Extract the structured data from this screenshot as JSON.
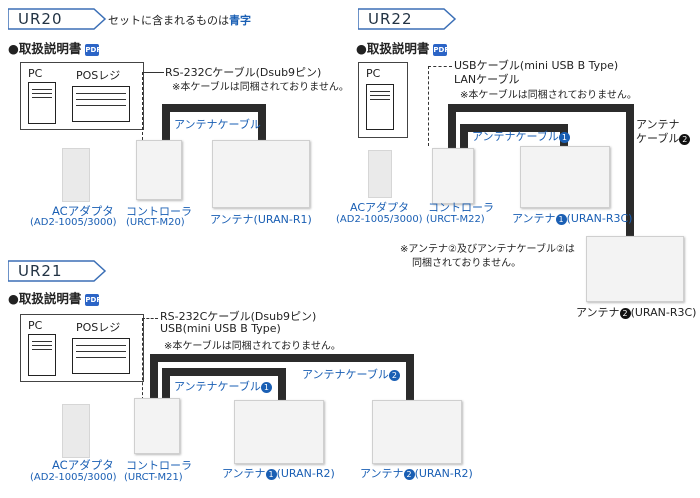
{
  "legend_note": {
    "prefix": "セットに含まれるものは",
    "highlight": "青字"
  },
  "heading_manual": "●取扱説明書",
  "pdf_icon_text": "PDF",
  "ur20": {
    "tag": "UR20",
    "pc": "PC",
    "pos": "POSレジ",
    "cable_label": "RS-232Cケーブル(Dsub9ピン)",
    "cable_note": "※本ケーブルは同梱されておりません。",
    "antenna_cable": "アンテナケーブル",
    "adapter_name": "ACアダプタ",
    "adapter_model": "(AD2-1005/3000)",
    "controller_name": "コントローラ",
    "controller_model": "(URCT-M20)",
    "antenna": "アンテナ(URAN-R1)"
  },
  "ur21": {
    "tag": "UR21",
    "pc": "PC",
    "pos": "POSレジ",
    "cable_label1": "RS-232Cケーブル(Dsub9ピン)",
    "cable_label2": "USB(mini USB B Type)",
    "cable_note": "※本ケーブルは同梱されておりません。",
    "antenna_cable1": "アンテナケーブル",
    "antenna_cable2": "アンテナケーブル",
    "adapter_name": "ACアダプタ",
    "adapter_model": "(AD2-1005/3000)",
    "controller_name": "コントローラ",
    "controller_model": "(URCT-M21)",
    "antenna1_prefix": "アンテナ",
    "antenna1_suffix": "(URAN-R2)",
    "antenna2_prefix": "アンテナ",
    "antenna2_suffix": "(URAN-R2)",
    "num1": "1",
    "num2": "2"
  },
  "ur22": {
    "tag": "UR22",
    "pc": "PC",
    "cable_label1": "USBケーブル(mini USB B Type)",
    "cable_label2": "LANケーブル",
    "cable_note": "※本ケーブルは同梱されておりません。",
    "antenna_cable1": "アンテナケーブル",
    "antenna_cable2_line1": "アンテナ",
    "antenna_cable2_line2": "ケーブル",
    "adapter_name": "ACアダプタ",
    "adapter_model": "(AD2-1005/3000)",
    "controller_name": "コントローラ",
    "controller_model": "(URCT-M22)",
    "antenna1_prefix": "アンテナ",
    "antenna1_suffix": "(URAN-R3C)",
    "antenna2_prefix": "アンテナ",
    "antenna2_suffix": "(URAN-R3C)",
    "bottom_note1": "※アンテナ②及びアンテナケーブル②は",
    "bottom_note2": "同梱されておりません。",
    "num1": "1",
    "num2": "2"
  },
  "colors": {
    "included": "#1a5fb4",
    "cable": "#2b2b2b"
  }
}
